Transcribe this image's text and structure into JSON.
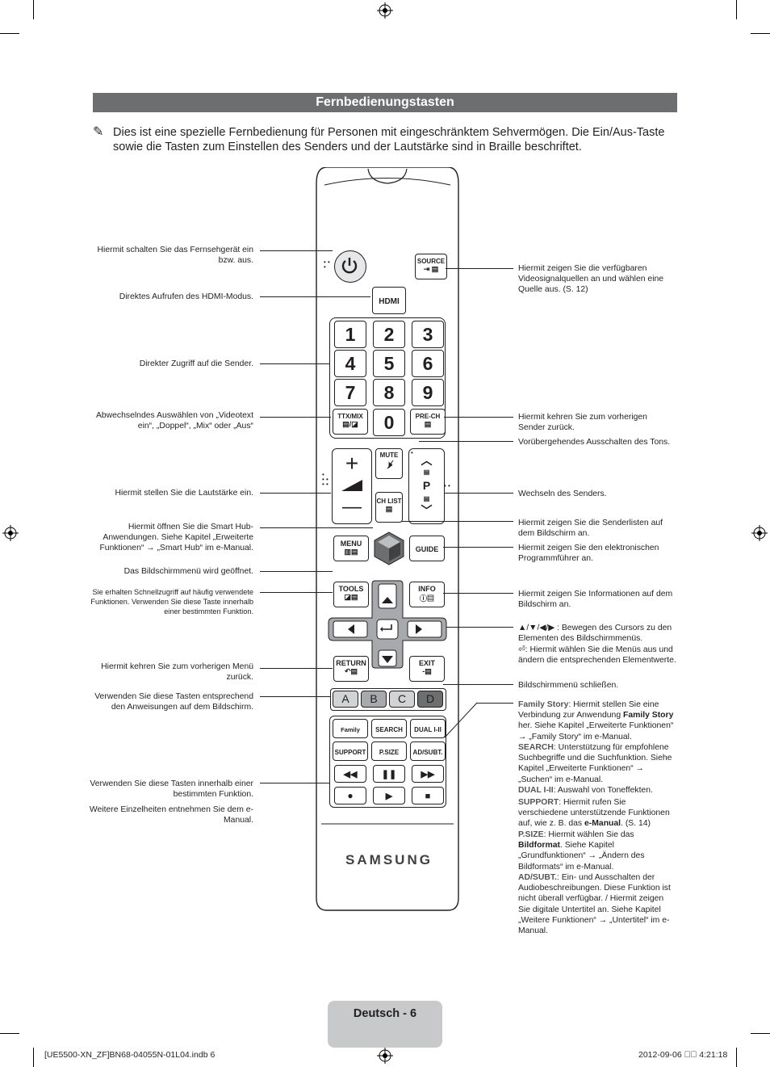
{
  "title": "Fernbedienungstasten",
  "intro_icon": "pencil-note-icon",
  "intro": "Dies ist eine spezielle Fernbedienung für Personen mit eingeschränktem Sehvermögen. Die Ein/Aus-Taste sowie die Tasten zum Einstellen des Senders und der Lautstärke sind in Braille beschriftet.",
  "left_callouts": {
    "power": "Hiermit schalten Sie das Fernsehgerät ein bzw. aus.",
    "hdmi": "Direktes Aufrufen des HDMI-Modus.",
    "numbers": "Direkter Zugriff auf die Sender.",
    "ttx": "Abwechselndes Auswählen von „Videotext ein“, „Doppel“, „Mix“ oder „Aus“",
    "volume": "Hiermit stellen Sie die Lautstärke ein.",
    "smarthub": "Hiermit öffnen Sie die Smart Hub-Anwendungen. Siehe Kapitel „Erweiterte Funktionen“ → „Smart Hub“ im e-Manual.",
    "menu": "Das Bildschirmmenü wird geöffnet.",
    "tools": "Sie erhalten Schnellzugriff auf häufig verwendete Funktionen. Verwenden Sie diese Taste innerhalb einer bestimmten Funktion.",
    "return": "Hiermit kehren Sie zum vorherigen Menü zurück.",
    "color": "Verwenden Sie diese Tasten entsprechend den Anweisungen auf dem Bildschirm.",
    "media_1": "Verwenden Sie diese Tasten innerhalb einer bestimmten Funktion.",
    "media_2": "Weitere Einzelheiten entnehmen Sie dem e-Manual."
  },
  "right_callouts": {
    "source": "Hiermit zeigen Sie die verfügbaren Videosignalquellen an und wählen eine Quelle aus. (S. 12)",
    "prech": "Hiermit kehren Sie zum vorherigen Sender zurück.",
    "mute": "Vorübergehendes Ausschalten des Tons.",
    "channel": "Wechseln des Senders.",
    "chlist": "Hiermit zeigen Sie die Senderlisten auf dem Bildschirm an.",
    "guide": "Hiermit zeigen Sie den elektronischen Programmführer an.",
    "info": "Hiermit zeigen Sie Informationen auf dem Bildschirm an.",
    "cursor": "▲/▼/◀/▶ : Bewegen des Cursors zu den Elementen des Bildschirmmenüs.",
    "enter": ": Hiermit wählen Sie die Menüs aus und ändern die entsprechenden Elementwerte.",
    "exit": "Bildschirmmenü schließen.",
    "fs_label": "Family Story",
    "fs_text_1": ": Hiermit stellen Sie eine Verbindung zur Anwendung ",
    "fs_bold": "Family Story",
    "fs_text_2": " her. Siehe Kapitel „Erweiterte Funktionen“ → „Family Story“ im e-Manual.",
    "search_label": "SEARCH",
    "search_text": ": Unterstützung für empfohlene Suchbegriffe und die Suchfunktion. Siehe Kapitel „Erweiterte Funktionen“ → „Suchen“ im e-Manual.",
    "dual_label": "DUAL I-II",
    "dual_text": ": Auswahl von Toneffekten.",
    "support_label": "SUPPORT",
    "support_text_1": ": Hiermit rufen Sie verschiedene unterstützende Funktionen auf, wie z. B. das ",
    "support_bold": "e-Manual",
    "support_text_2": ". (S. 14)",
    "psize_label": "P.SIZE",
    "psize_text_1": ": Hiermit wählen Sie das ",
    "psize_bold": "Bildformat",
    "psize_text_2": ". Siehe Kapitel „Grundfunktionen“ → „Ändern des Bildformats“ im e-Manual.",
    "ad_label": "AD/SUBT.",
    "ad_text": ": Ein- und Ausschalten der Audiobeschreibungen. Diese Funktion ist nicht überall verfügbar. / Hiermit zeigen Sie digitale Untertitel an. Siehe Kapitel „Weitere Funktionen“ → „Untertitel“ im e-Manual."
  },
  "remote": {
    "source": "SOURCE",
    "hdmi": "HDMI",
    "digits": [
      "1",
      "2",
      "3",
      "4",
      "5",
      "6",
      "7",
      "8",
      "9"
    ],
    "zero": "0",
    "ttx": "TTX/MIX",
    "prech": "PRE-CH",
    "mute": "MUTE",
    "chlist": "CH LIST",
    "p": "P",
    "menu": "MENU",
    "guide": "GUIDE",
    "tools": "TOOLS",
    "info": "INFO",
    "return": "RETURN",
    "exit": "EXIT",
    "colors": [
      "A",
      "B",
      "C",
      "D"
    ],
    "family": "Family Story",
    "search": "SEARCH",
    "dual": "DUAL I-II",
    "support": "SUPPORT",
    "psize": "P.SIZE",
    "adsubt": "AD/SUBT.",
    "brand": "SAMSUNG"
  },
  "footer": {
    "page": "Deutsch - 6",
    "file": "[UE5500-XN_ZF]BN68-04055N-01L04.indb   6",
    "date": "2012-09-06   ￿￿ 4:21:18"
  }
}
